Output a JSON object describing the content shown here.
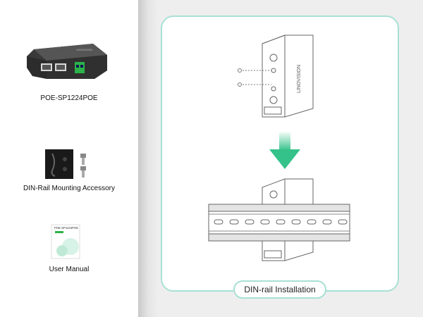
{
  "products": [
    {
      "label": "POE-SP1224POE",
      "icon": "poe-switch-device-icon",
      "brand_text": "LINOVISION"
    },
    {
      "label": "DIN-Rail Mounting Accessory",
      "icon": "din-rail-bracket-icon"
    },
    {
      "label": "User Manual",
      "icon": "user-manual-icon",
      "cover_title": "POE-SP1224POE"
    }
  ],
  "installation": {
    "caption": "DIN-rail Installation",
    "device_brand": "LINOVISION",
    "accent_color": "#a8e0d5",
    "arrow_color": "#34c28a"
  }
}
